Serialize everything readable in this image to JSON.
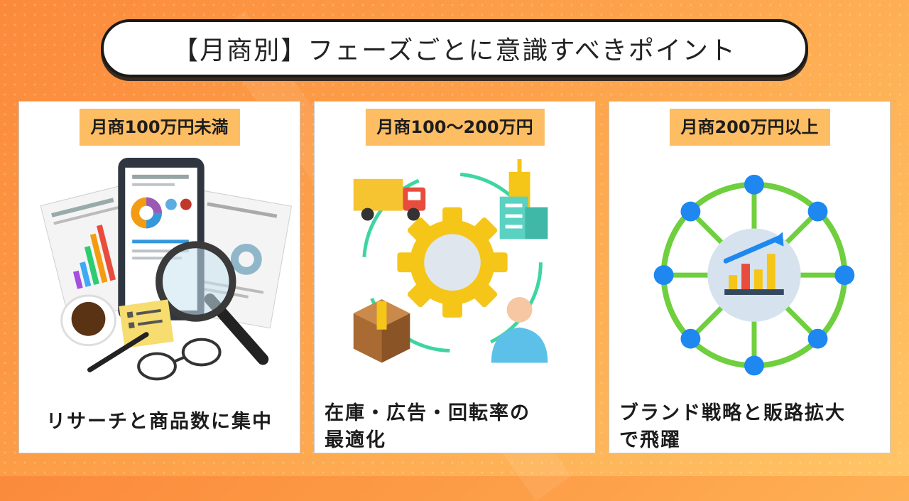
{
  "title": "【月商別】フェーズごとに意識すべきポイント",
  "colors": {
    "background": "#fb8a3c",
    "tag": "#fdbd63",
    "network_green": "#6fcf3e",
    "network_blue": "#1e88f0",
    "gear_yellow": "#f5c518"
  },
  "cards": [
    {
      "tag": "月商100万円未満",
      "caption_lines": [
        "リサーチと商品数に集中"
      ],
      "icon": "research-documents-magnifier-icon"
    },
    {
      "tag": "月商100〜200万円",
      "caption_lines": [
        "在庫・広告・回転率の",
        "最適化"
      ],
      "icon": "operations-gear-cycle-icon"
    },
    {
      "tag": "月商200万円以上",
      "caption_lines": [
        "ブランド戦略と販路拡大",
        "で飛躍"
      ],
      "icon": "growth-network-icon"
    }
  ]
}
